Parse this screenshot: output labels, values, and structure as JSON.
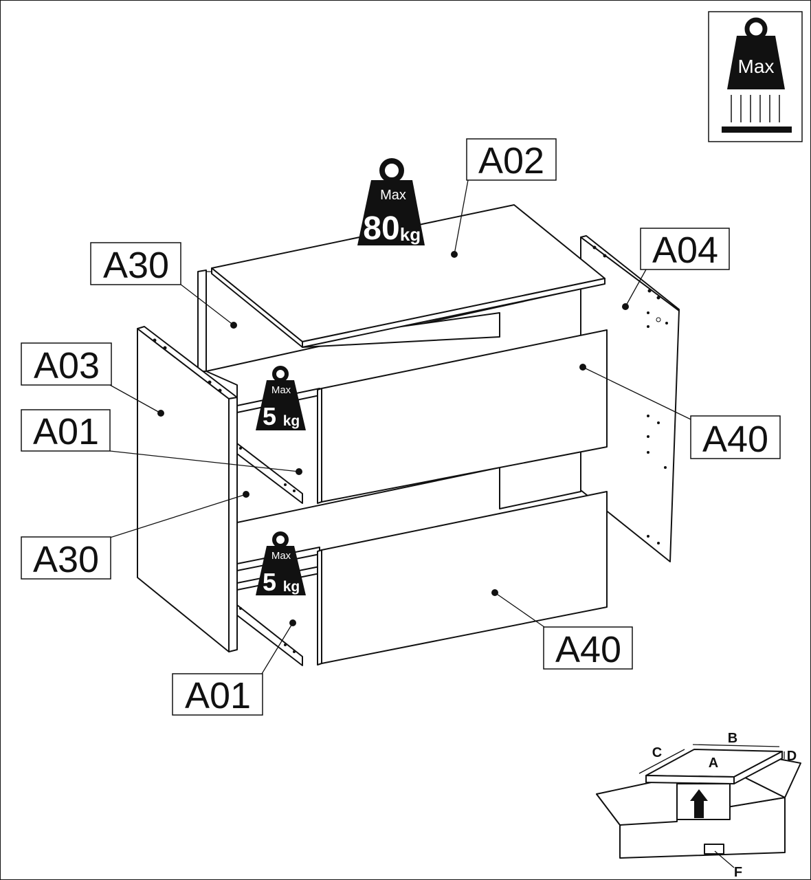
{
  "parts": {
    "top": "A02",
    "right_side": "A04",
    "back_upper": "A30",
    "left_side": "A03",
    "drawer_side_upper": "A01",
    "drawer_front_upper": "A40",
    "back_lower": "A30",
    "drawer_front_lower": "A40",
    "drawer_side_lower": "A01"
  },
  "load_limits": {
    "top": {
      "max": "Max",
      "value": "80",
      "unit": "kg"
    },
    "drawer_upper": {
      "max": "Max",
      "value": "5",
      "unit": "kg"
    },
    "drawer_lower": {
      "max": "Max",
      "value": "5",
      "unit": "kg"
    }
  },
  "legend_icon": {
    "label": "Max"
  },
  "package": {
    "a": "A",
    "b": "B",
    "c": "C",
    "d": "D",
    "f": "F"
  }
}
